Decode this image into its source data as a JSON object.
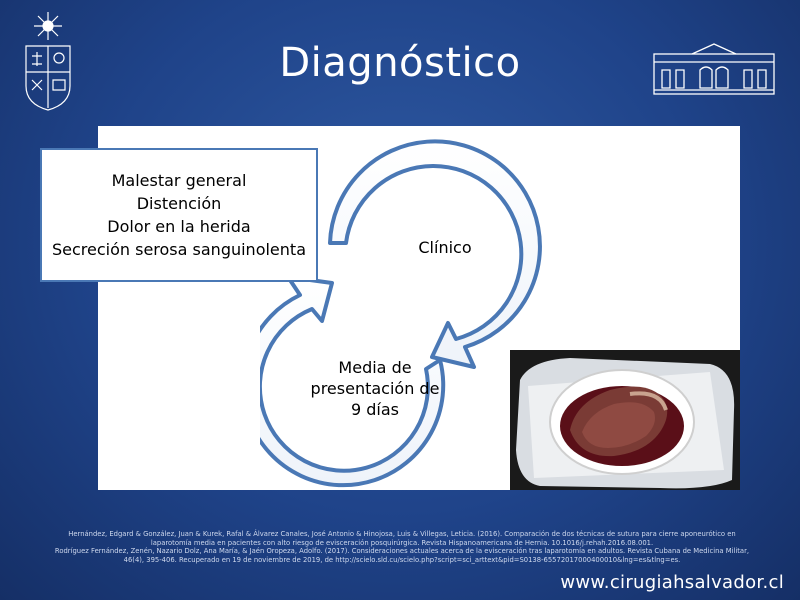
{
  "slide": {
    "title": "Diagnóstico",
    "symptoms": [
      "Malestar general",
      "Distención",
      "Dolor en la herida",
      "Secreción serosa sanguinolenta"
    ],
    "cycle_label_1": "Clínico",
    "cycle_label_2": [
      "Media de",
      "presentación de",
      "9 días"
    ],
    "references": [
      "Hernández, Edgard & González, Juan & Kurek, Rafal & Álvarez Canales, José Antonio & Hinojosa, Luis & Villegas, Leticia. (2016). Comparación de dos técnicas de sutura para cierre aponeurótico en laparotomía media en pacientes con alto riesgo de evisceración posquirúrgica. Revista Hispanoamericana de Hernia. 10.1016/j.rehah.2016.08.001.",
      "Rodríguez Fernández, Zenén, Nazario Dolz, Ana María, & Jaén Oropeza, Adolfo. (2017). Consideraciones actuales acerca de la evisceración tras laparotomía en adultos. Revista Cubana de Medicina Militar, 46(4), 395-406. Recuperado en 19 de noviembre de 2019, de http://scielo.sld.cu/scielo.php?script=sci_arttext&pid=S0138-65572017000400010&lng=es&tlng=es."
    ],
    "website": "www.cirugiahsalvador.cl"
  },
  "colors": {
    "background": "#1f4389",
    "arrow_stroke": "#4a78b5",
    "text_white": "#ffffff"
  }
}
